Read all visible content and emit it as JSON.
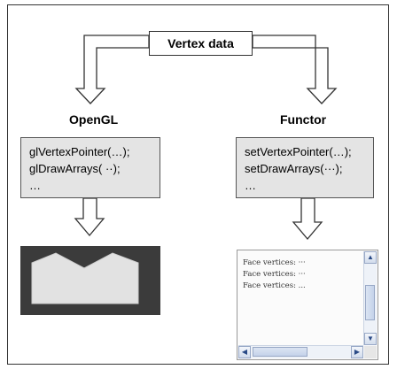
{
  "top_box": {
    "label": "Vertex data"
  },
  "left": {
    "heading": "OpenGL",
    "code_lines": [
      "glVertexPointer(…);",
      "glDrawArrays( ··);",
      "…"
    ]
  },
  "right": {
    "heading": "Functor",
    "code_lines": [
      "setVertexPointer(…);",
      "setDrawArrays(···);",
      "…"
    ]
  },
  "console": {
    "lines": [
      "Face vertices: ···",
      "Face vertices: ···",
      "Face vertices: ..."
    ]
  },
  "colors": {
    "code_box_fill": "#e4e4e4",
    "shape_panel_bg": "#3b3b3b",
    "shape_fill": "#e2e2e2"
  },
  "icons": {
    "scroll_up": "▲",
    "scroll_down": "▼",
    "scroll_left": "◀",
    "scroll_right": "▶"
  }
}
